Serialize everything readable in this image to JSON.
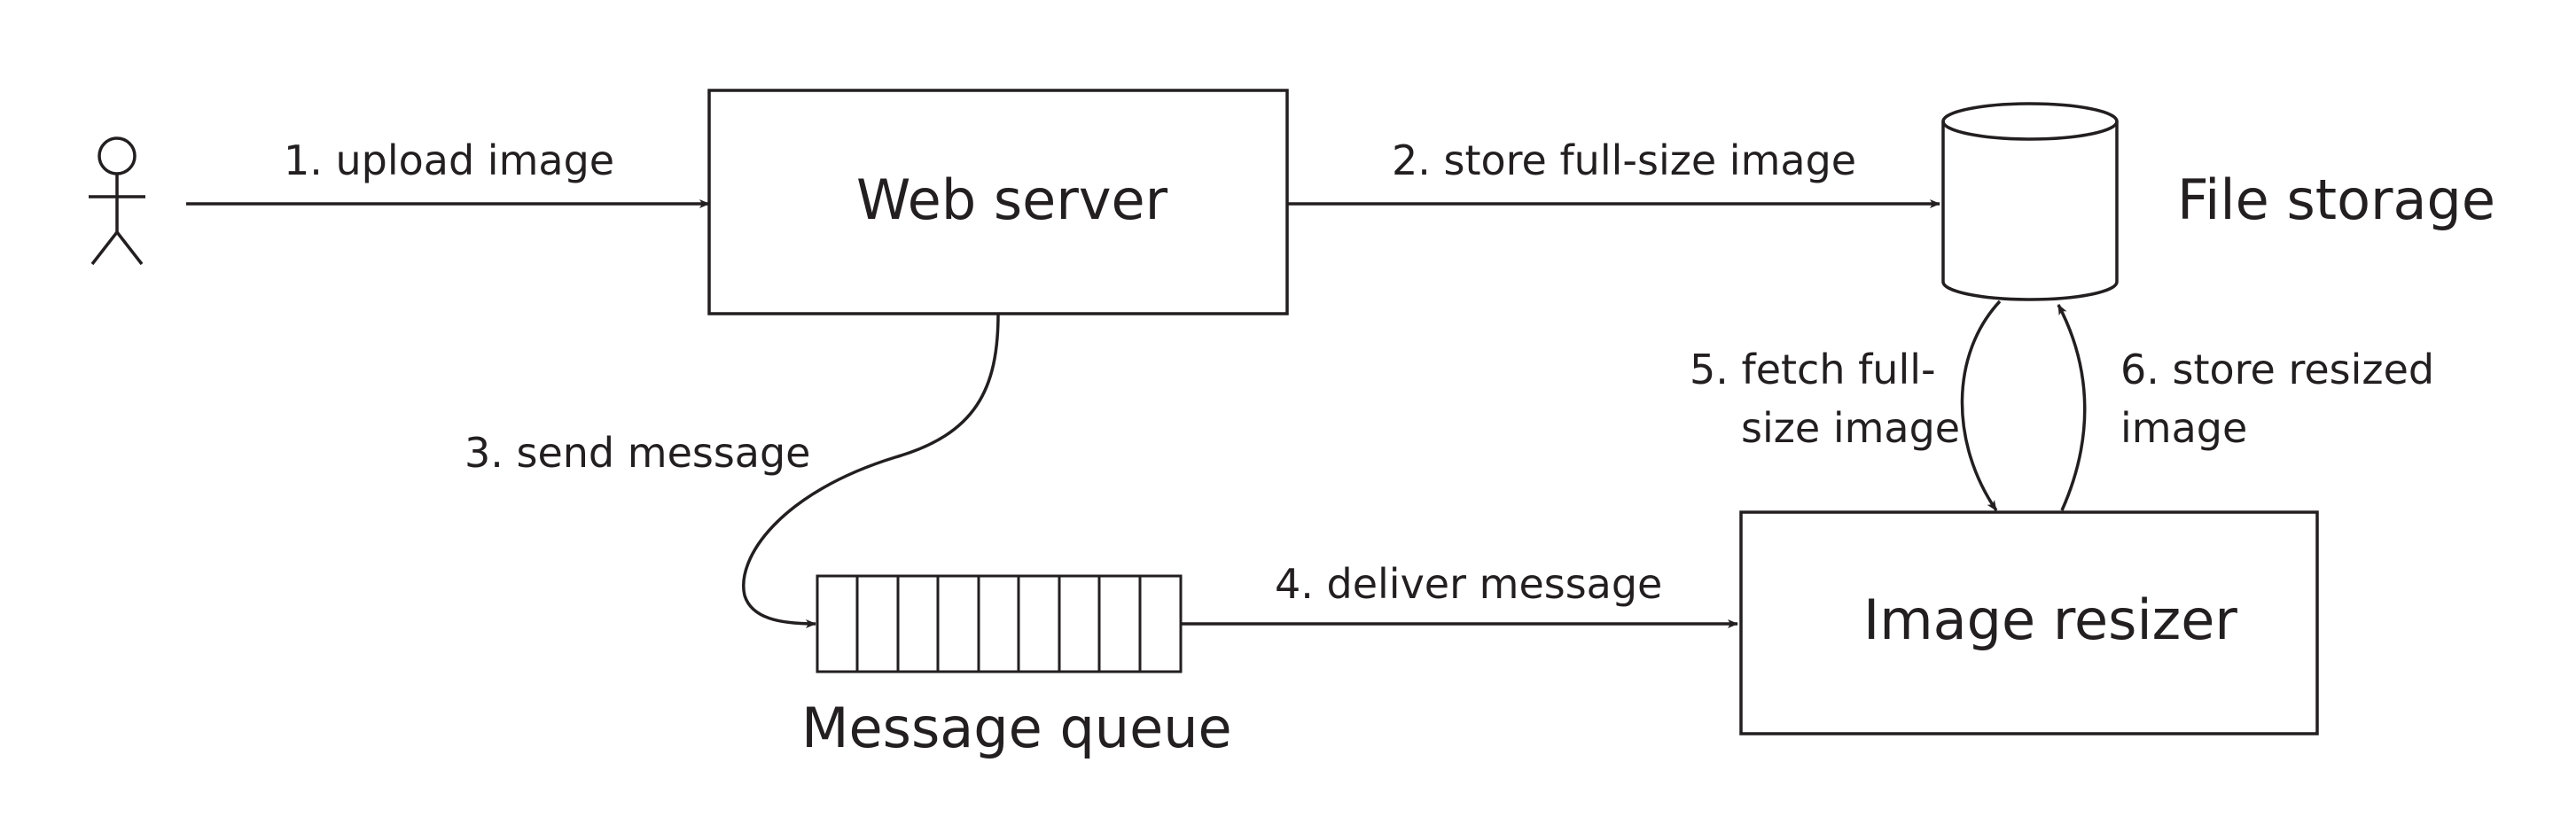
{
  "nodes": {
    "web_server": "Web server",
    "file_storage": "File storage",
    "message_queue": "Message queue",
    "image_resizer": "Image resizer"
  },
  "edges": {
    "upload": "1. upload image",
    "store_full": "2. store full-size image",
    "send_message": "3. send message",
    "deliver_message": "4. deliver message",
    "fetch_line1": "5. fetch full-",
    "fetch_line2": "size image",
    "store_resized_line1": "6. store resized",
    "store_resized_line2": "image"
  },
  "colors": {
    "stroke": "#231f20",
    "background": "#ffffff"
  },
  "icons": {
    "actor": "stick-figure-user-icon",
    "storage": "cylinder-database-icon",
    "queue": "message-queue-icon"
  }
}
